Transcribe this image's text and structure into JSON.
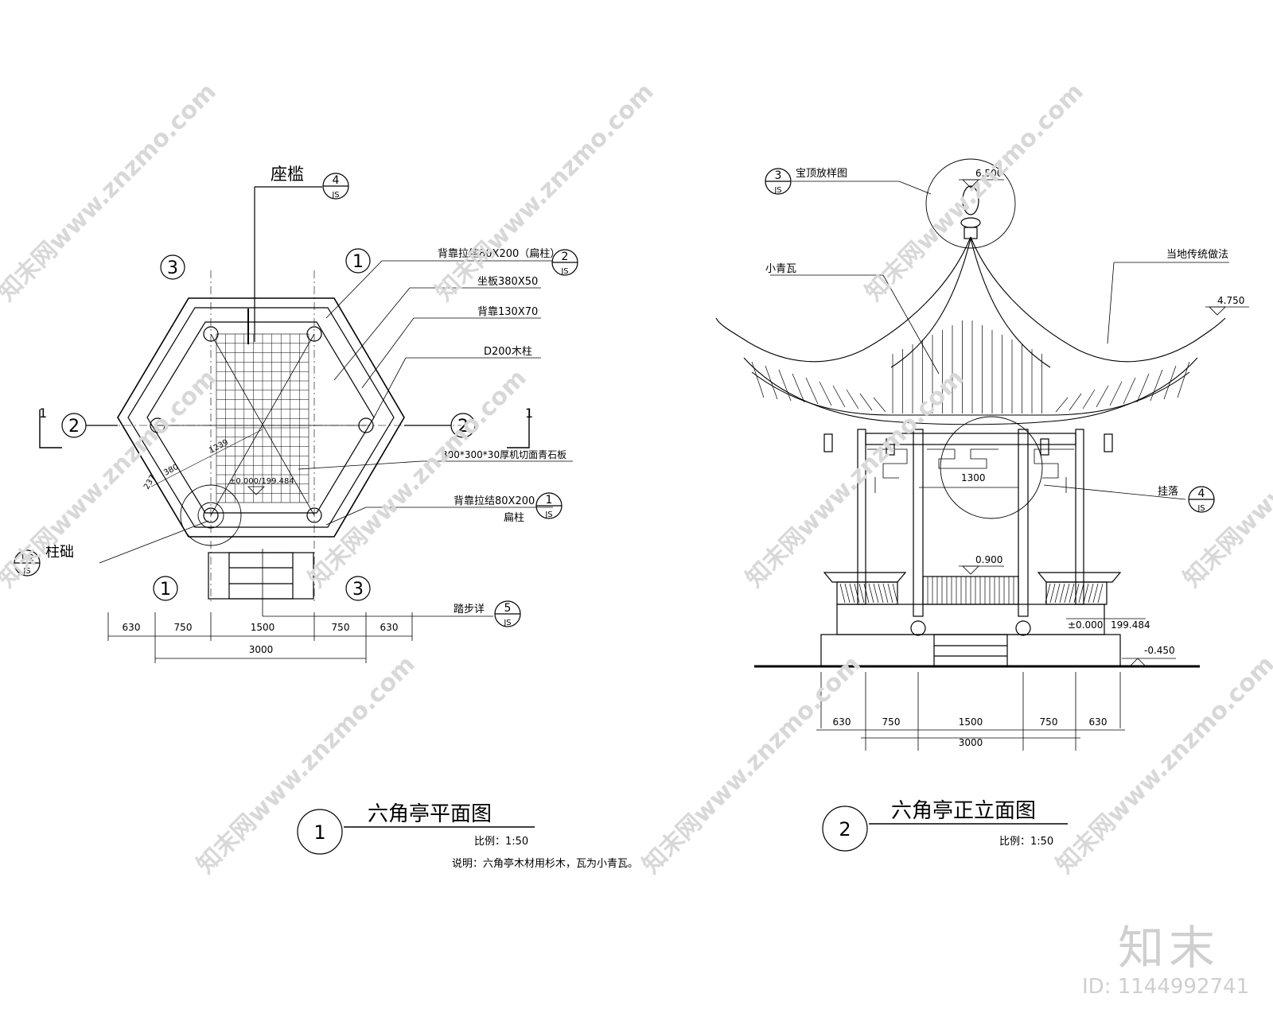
{
  "plan": {
    "title": "六角亭平面图",
    "number": "1",
    "scale": "比例：1:50",
    "note": "说明：六角亭木材用杉木，瓦为小青瓦。",
    "seat_rail": "座槛",
    "seat_rail_ref": {
      "num": "4",
      "sheet": "JS"
    },
    "callouts": [
      {
        "text": "背靠拉结80X200（扁柱）",
        "num": "2",
        "sheet": "JS"
      },
      {
        "text": "坐板380X50"
      },
      {
        "text": "背靠130X70"
      },
      {
        "text": "D200木柱"
      },
      {
        "text": "300*300*30厚机切面青石板"
      },
      {
        "text": "背靠拉结80X200",
        "num": "1",
        "sheet": "JS"
      },
      {
        "text": "扁柱"
      },
      {
        "text": "踏步详",
        "num": "5",
        "sheet": "JS"
      }
    ],
    "column_base": "柱础",
    "column_base_ref": {
      "num": "1-2",
      "sheet": "JS"
    },
    "axis_top": [
      "3",
      "1"
    ],
    "axis_mid": [
      "2",
      "2"
    ],
    "axis_bot": [
      "1",
      "3"
    ],
    "section_mark": "1",
    "inner_dims": [
      "1239",
      "380",
      "237"
    ],
    "level": "±0.000/199.484",
    "dims_top": [
      "630",
      "750",
      "1500",
      "750",
      "630"
    ],
    "dims_total": "3000"
  },
  "elevation": {
    "title": "六角亭正立面图",
    "number": "2",
    "scale": "比例：1:50",
    "finial_ref": {
      "text": "宝顶放样图",
      "num": "3",
      "sheet": "JS"
    },
    "tile": "小青瓦",
    "ridge": "当地传统做法",
    "bracket_ref": {
      "text": "挂落",
      "num": "4",
      "sheet": "JS"
    },
    "levels": [
      "6.500",
      "4.750",
      "0.900",
      "±0.000",
      "199.484",
      "-0.450"
    ],
    "inner_dim": "1300",
    "dims_top": [
      "630",
      "750",
      "1500",
      "750",
      "630"
    ],
    "dims_total": "3000"
  },
  "watermark": {
    "text": "知末网www.znzmo.com",
    "brand": "知末",
    "id": "ID: 1144992741"
  }
}
